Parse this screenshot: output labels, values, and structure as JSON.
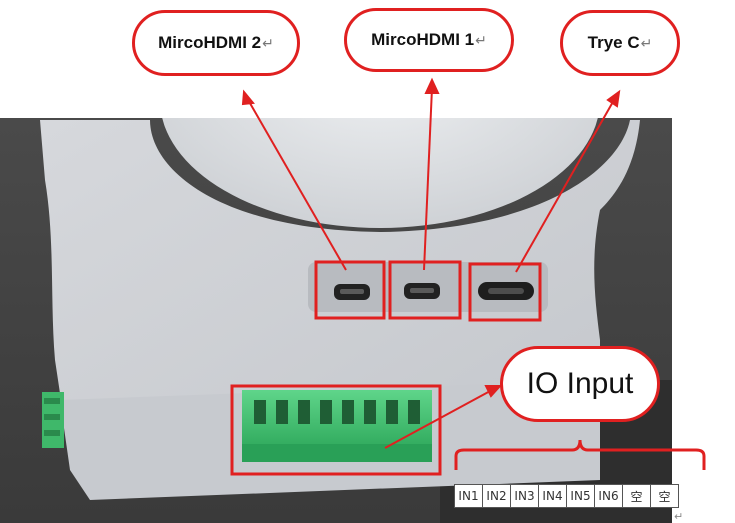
{
  "callouts": {
    "hdmi2": "MircoHDMI 2",
    "hdmi1": "MircoHDMI 1",
    "typec": "Trye C",
    "io": "IO Input",
    "paragraph_mark": "↵"
  },
  "io_table": {
    "cells": [
      "IN1",
      "IN2",
      "IN3",
      "IN4",
      "IN5",
      "IN6",
      "空",
      "空"
    ]
  },
  "colors": {
    "annotation_red": "#e02020",
    "device_gray": "#cbced3",
    "terminal_green": "#3fbf6f"
  }
}
